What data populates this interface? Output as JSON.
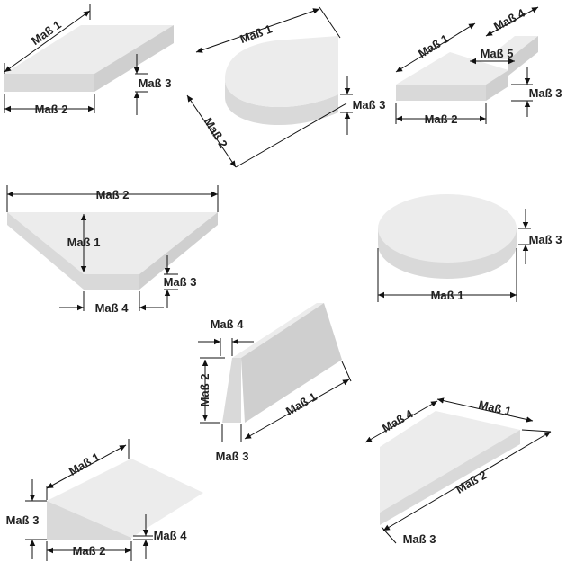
{
  "colors": {
    "face_top": "#ececec",
    "face_side": "#d9d9d9",
    "face_dark": "#cfcfcf",
    "dimension_line": "#111111",
    "label": "#222222"
  },
  "shapes": [
    {
      "name": "rectangular-slab",
      "labels": [
        "Maß 1",
        "Maß 2",
        "Maß 3"
      ]
    },
    {
      "name": "quarter-disc",
      "labels": [
        "Maß 1",
        "Maß 2",
        "Maß 3"
      ]
    },
    {
      "name": "stepped-slab",
      "labels": [
        "Maß 1",
        "Maß 2",
        "Maß 3",
        "Maß 4",
        "Maß 5"
      ]
    },
    {
      "name": "trapezoid-slab",
      "labels": [
        "Maß 2",
        "Maß 1",
        "Maß 3",
        "Maß 4"
      ]
    },
    {
      "name": "round-disc",
      "labels": [
        "Maß 3",
        "Maß 1"
      ]
    },
    {
      "name": "bevel-bar",
      "labels": [
        "Maß 4",
        "Maß 2",
        "Maß 1",
        "Maß 3"
      ]
    },
    {
      "name": "wedge",
      "labels": [
        "Maß 1",
        "Maß 3",
        "Maß 2",
        "Maß 4"
      ]
    },
    {
      "name": "trapezoid-plate",
      "labels": [
        "Maß 4",
        "Maß 1",
        "Maß 2",
        "Maß 3"
      ]
    }
  ]
}
